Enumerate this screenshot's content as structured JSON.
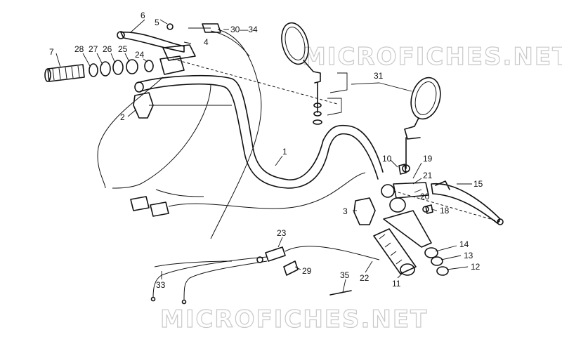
{
  "watermark": {
    "top": "MICROFICHES.NET",
    "bottom": "MICROFICHES.NET"
  },
  "callouts": [
    {
      "id": "c1",
      "text": "1"
    },
    {
      "id": "c2",
      "text": "2"
    },
    {
      "id": "c3",
      "text": "3"
    },
    {
      "id": "c4",
      "text": "4"
    },
    {
      "id": "c5",
      "text": "5"
    },
    {
      "id": "c6",
      "text": "6"
    },
    {
      "id": "c7",
      "text": "7"
    },
    {
      "id": "c10",
      "text": "10"
    },
    {
      "id": "c11",
      "text": "11"
    },
    {
      "id": "c12",
      "text": "12"
    },
    {
      "id": "c13",
      "text": "13"
    },
    {
      "id": "c14",
      "text": "14"
    },
    {
      "id": "c15",
      "text": "15"
    },
    {
      "id": "c18",
      "text": "18"
    },
    {
      "id": "c19",
      "text": "19"
    },
    {
      "id": "c20",
      "text": "20"
    },
    {
      "id": "c21",
      "text": "21"
    },
    {
      "id": "c22",
      "text": "22"
    },
    {
      "id": "c23",
      "text": "23"
    },
    {
      "id": "c24",
      "text": "24"
    },
    {
      "id": "c25",
      "text": "25"
    },
    {
      "id": "c26",
      "text": "26"
    },
    {
      "id": "c27",
      "text": "27"
    },
    {
      "id": "c28",
      "text": "28"
    },
    {
      "id": "c29",
      "text": "29"
    },
    {
      "id": "c30_34",
      "text": "30—34"
    },
    {
      "id": "c31",
      "text": "31"
    },
    {
      "id": "c33",
      "text": "33"
    },
    {
      "id": "c35",
      "text": "35"
    }
  ]
}
